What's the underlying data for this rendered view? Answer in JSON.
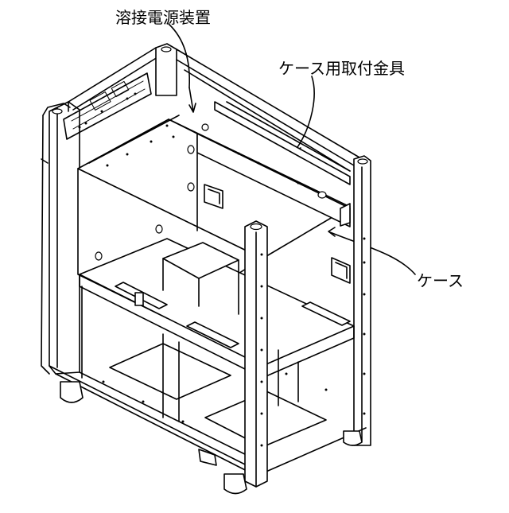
{
  "labels": {
    "welding_power_supply": "溶接電源装置",
    "case_mounting_bracket": "ケース用取付金具",
    "case": "ケース"
  },
  "colors": {
    "line": "#000000",
    "background": "#ffffff"
  }
}
